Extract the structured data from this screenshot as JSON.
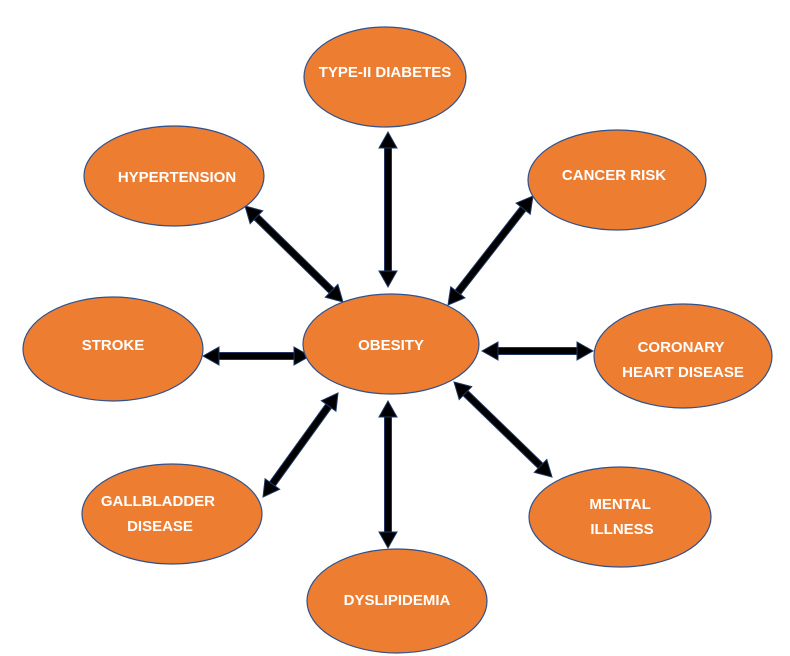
{
  "diagram": {
    "center": {
      "id": "obesity",
      "label": "OBESITY"
    },
    "nodes": [
      {
        "id": "type-ii-diabetes",
        "lines": [
          "TYPE-II DIABETES"
        ]
      },
      {
        "id": "cancer-risk",
        "lines": [
          "CANCER RISK"
        ]
      },
      {
        "id": "coronary-heart-disease",
        "lines": [
          "CORONARY",
          "HEART DISEASE"
        ]
      },
      {
        "id": "mental-illness",
        "lines": [
          "MENTAL",
          "ILLNESS"
        ]
      },
      {
        "id": "dyslipidemia",
        "lines": [
          "DYSLIPIDEMIA"
        ]
      },
      {
        "id": "gallbladder-disease",
        "lines": [
          "GALLBLADDER",
          "DISEASE"
        ]
      },
      {
        "id": "stroke",
        "lines": [
          "STROKE"
        ]
      },
      {
        "id": "hypertension",
        "lines": [
          "HYPERTENSION"
        ]
      }
    ],
    "colors": {
      "node_fill": "#ed7d31",
      "node_stroke": "#2f528f",
      "arrow": "#000000",
      "text": "#ffffff"
    }
  }
}
